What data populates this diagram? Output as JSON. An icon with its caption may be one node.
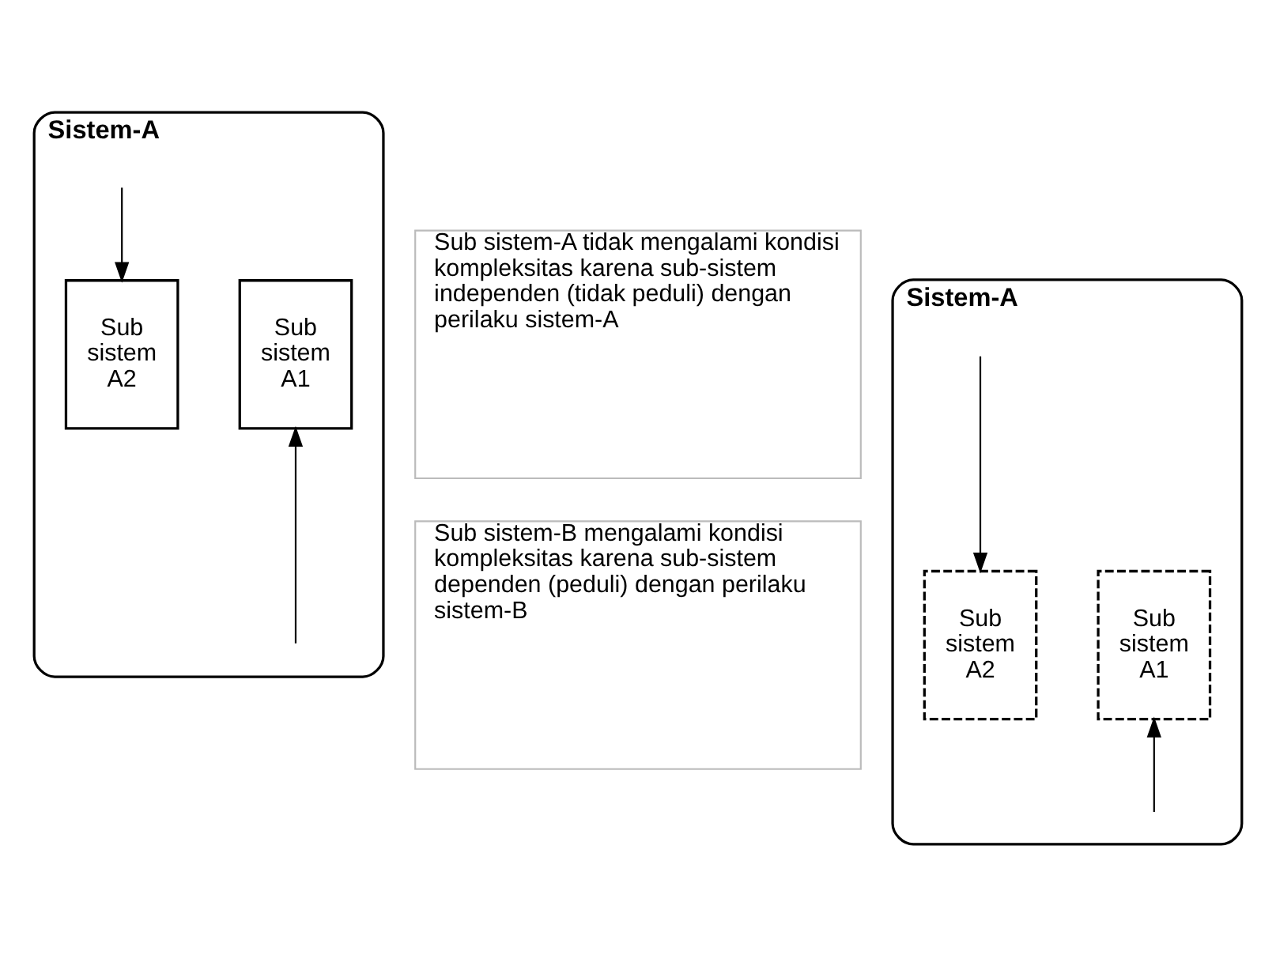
{
  "diagram": {
    "nodes": [
      {
        "text": [
          "Sistem-A"
        ]
      },
      {
        "text": [
          "Sub sistem A1"
        ],
        "in": 0
      },
      {
        "text": [
          "Sub sistem A2"
        ],
        "in": 0
      },
      {
        "text": [
          "Sub sistem-A tidak mengalami kondisi kompleksitas karena sub-sistem independen (tidak peduli) dengan perilaku sistem-A"
        ]
      },
      {
        "text": [
          "Sistem-A"
        ]
      },
      {
        "text": [
          "Sub sistem A1"
        ],
        "in": 4
      },
      {
        "text": [
          "Sub sistem A2"
        ],
        "in": 4
      },
      {
        "text": [
          "Sub sistem-B mengalami kondisi kompleksitas karena sub-sistem dependen (peduli) dengan perilaku sistem-B"
        ]
      }
    ],
    "edges": [
      {
        "from": null,
        "to": 1,
        "arrow": "to"
      },
      {
        "from": null,
        "to": 2,
        "arrow": "to"
      },
      {
        "from": null,
        "to": 5,
        "arrow": "to"
      },
      {
        "from": null,
        "to": 6,
        "arrow": "to"
      }
    ]
  }
}
